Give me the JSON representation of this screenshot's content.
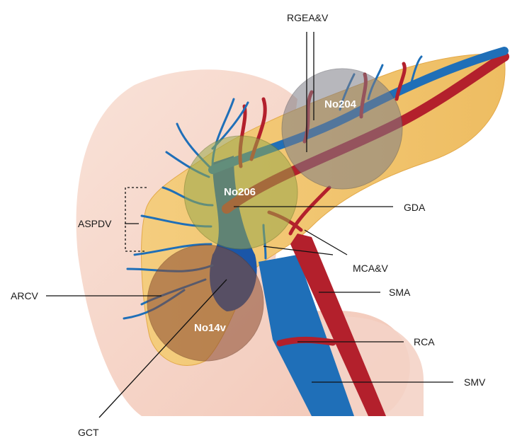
{
  "labels": {
    "rgea": "RGEA&V",
    "gda": "GDA",
    "aspdv": "ASPDV",
    "mca": "MCA&V",
    "arcv": "ARCV",
    "sma": "SMA",
    "rca": "RCA",
    "smv": "SMV",
    "gct": "GCT"
  },
  "nodes": {
    "n204": "No204",
    "n206": "No206",
    "n14v": "No14v"
  },
  "colors": {
    "artery": "#b3202c",
    "vein": "#1f6fb8",
    "pancreas": "#f2c46f",
    "skin": "#f6d5c8",
    "node204": "#7d7d86",
    "node206": "#9aa84a",
    "node14v": "#8a4a2e"
  }
}
